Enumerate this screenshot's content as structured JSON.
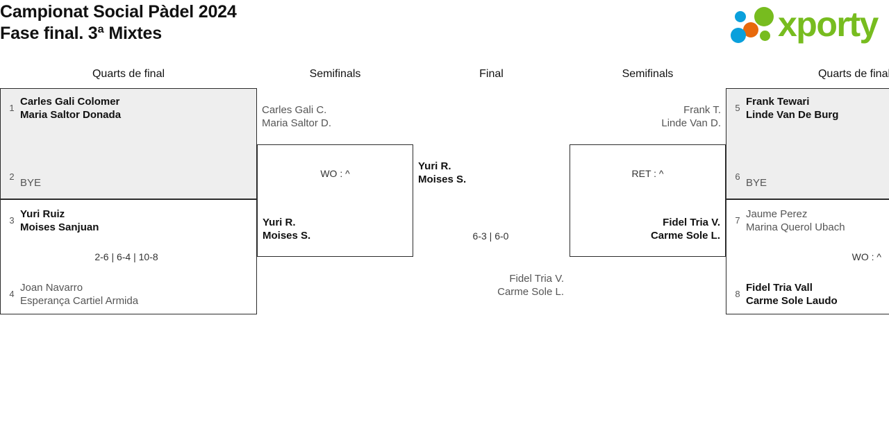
{
  "header": {
    "title": "Campionat Social Pàdel 2024\nFase final. 3ª Mixtes",
    "logo_text": "xporty"
  },
  "rounds": [
    {
      "label": "Quarts de final"
    },
    {
      "label": "Semifinals"
    },
    {
      "label": "Final"
    },
    {
      "label": "Semifinals"
    },
    {
      "label": "Quarts de final"
    }
  ],
  "bracket": {
    "left_quarterfinals": [
      {
        "top": {
          "seed": "1",
          "names": "Carles Gali Colomer\nMaria Saltor Donada",
          "winner": true
        },
        "bottom": {
          "seed": "2",
          "names": "BYE",
          "winner": false
        },
        "score": ""
      },
      {
        "top": {
          "seed": "3",
          "names": "Yuri Ruiz\nMoises Sanjuan",
          "winner": true
        },
        "bottom": {
          "seed": "4",
          "names": "Joan Navarro\nEsperança Cartiel Armida",
          "winner": false
        },
        "score": "2-6 | 6-4 | 10-8"
      }
    ],
    "left_semifinal": {
      "top": {
        "names": "Carles Gali C.\nMaria Saltor D.",
        "winner": false
      },
      "bottom": {
        "names": "Yuri R.\nMoises S.",
        "winner": true
      },
      "score": "WO : ^"
    },
    "final": {
      "top": {
        "names": "Yuri R.\nMoises S.",
        "winner": true
      },
      "bottom": {
        "names": "Fidel Tria V.\nCarme Sole L.",
        "winner": false
      },
      "score": "6-3 | 6-0"
    },
    "right_semifinal": {
      "top": {
        "names": "Frank T.\nLinde Van D.",
        "winner": false
      },
      "bottom": {
        "names": "Fidel Tria V.\nCarme Sole L.",
        "winner": true
      },
      "score": "RET : ^"
    },
    "right_quarterfinals": [
      {
        "top": {
          "seed": "5",
          "names": "Frank Tewari\nLinde Van De Burg",
          "winner": true
        },
        "bottom": {
          "seed": "6",
          "names": "BYE",
          "winner": false
        },
        "score": ""
      },
      {
        "top": {
          "seed": "7",
          "names": "Jaume Perez\nMarina Querol Ubach",
          "winner": false
        },
        "bottom": {
          "seed": "8",
          "names": "Fidel Tria Vall\nCarme Sole Laudo",
          "winner": true
        },
        "score": "WO : ^"
      }
    ]
  },
  "colors": {
    "shaded_box": "#eeeeee",
    "border": "#2b2b2b",
    "winner_text": "#111111",
    "loser_text": "#555555",
    "logo_green": "#77bc1f",
    "logo_blue": "#0aa0dc",
    "logo_orange": "#e8690b"
  }
}
